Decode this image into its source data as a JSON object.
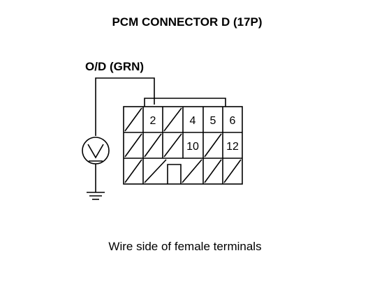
{
  "title": "PCM CONNECTOR D (17P)",
  "wire_label": "O/D (GRN)",
  "caption": "Wire side of female terminals",
  "meter": {
    "icon": "voltmeter-icon",
    "symbol": "V"
  },
  "ground": {
    "icon": "ground-icon"
  },
  "pins": [
    {
      "label": "2"
    },
    {
      "label": "4"
    },
    {
      "label": "5"
    },
    {
      "label": "6"
    },
    {
      "label": "10"
    },
    {
      "label": "12"
    }
  ]
}
